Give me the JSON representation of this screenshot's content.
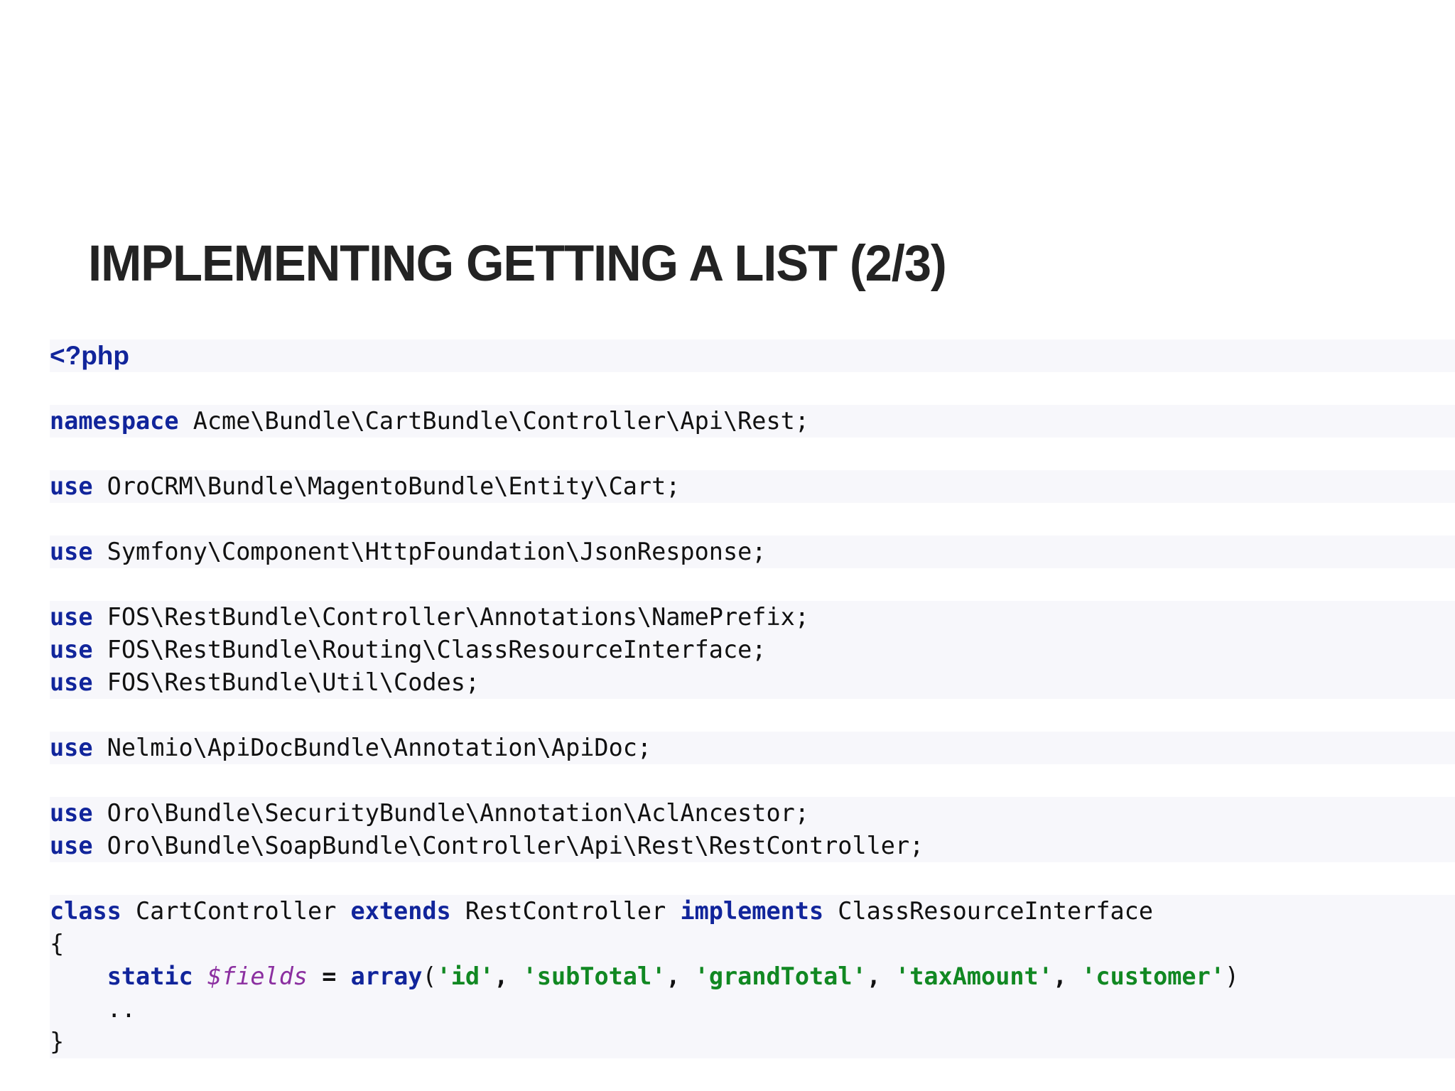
{
  "slide": {
    "title": "Implementing getting a list (2/3)",
    "background_color": "#ffffff",
    "title_color": "#232323"
  },
  "code": {
    "language": "php",
    "block_background": "#f7f7fb",
    "colors": {
      "keyword": "#11259b",
      "variable": "#8b2fa0",
      "string": "#118822",
      "plain": "#111111"
    },
    "lines": [
      {
        "id": "php-open",
        "tokens": [
          {
            "t": "<?php",
            "c": "kw-php"
          }
        ]
      },
      {
        "id": "blank-1",
        "tokens": []
      },
      {
        "id": "namespace",
        "tokens": [
          {
            "t": "namespace",
            "c": "kw"
          },
          {
            "t": " Acme\\Bundle\\CartBundle\\Controller\\Api\\Rest;",
            "c": "plain"
          }
        ]
      },
      {
        "id": "blank-2",
        "tokens": []
      },
      {
        "id": "use-cart",
        "tokens": [
          {
            "t": "use",
            "c": "kw"
          },
          {
            "t": " OroCRM\\Bundle\\MagentoBundle\\Entity\\Cart;",
            "c": "plain"
          }
        ]
      },
      {
        "id": "blank-3",
        "tokens": []
      },
      {
        "id": "use-jsonresponse",
        "tokens": [
          {
            "t": "use",
            "c": "kw"
          },
          {
            "t": " Symfony\\Component\\HttpFoundation\\JsonResponse;",
            "c": "plain"
          }
        ]
      },
      {
        "id": "blank-4",
        "tokens": []
      },
      {
        "id": "use-nameprefix",
        "tokens": [
          {
            "t": "use",
            "c": "kw"
          },
          {
            "t": " FOS\\RestBundle\\Controller\\Annotations\\NamePrefix;",
            "c": "plain"
          }
        ]
      },
      {
        "id": "use-classresourceinterface",
        "tokens": [
          {
            "t": "use",
            "c": "kw"
          },
          {
            "t": " FOS\\RestBundle\\Routing\\ClassResourceInterface;",
            "c": "plain"
          }
        ]
      },
      {
        "id": "use-codes",
        "tokens": [
          {
            "t": "use",
            "c": "kw"
          },
          {
            "t": " FOS\\RestBundle\\Util\\Codes;",
            "c": "plain"
          }
        ]
      },
      {
        "id": "blank-5",
        "tokens": []
      },
      {
        "id": "use-apidoc",
        "tokens": [
          {
            "t": "use",
            "c": "kw"
          },
          {
            "t": " Nelmio\\ApiDocBundle\\Annotation\\ApiDoc;",
            "c": "plain"
          }
        ]
      },
      {
        "id": "blank-6",
        "tokens": []
      },
      {
        "id": "use-aclancestor",
        "tokens": [
          {
            "t": "use",
            "c": "kw"
          },
          {
            "t": " Oro\\Bundle\\SecurityBundle\\Annotation\\AclAncestor;",
            "c": "plain"
          }
        ]
      },
      {
        "id": "use-restcontroller",
        "tokens": [
          {
            "t": "use",
            "c": "kw"
          },
          {
            "t": " Oro\\Bundle\\SoapBundle\\Controller\\Api\\Rest\\RestController;",
            "c": "plain"
          }
        ]
      },
      {
        "id": "blank-7",
        "tokens": []
      },
      {
        "id": "class-decl",
        "tokens": [
          {
            "t": "class",
            "c": "kw"
          },
          {
            "t": " CartController ",
            "c": "plain"
          },
          {
            "t": "extends",
            "c": "kw"
          },
          {
            "t": " RestController ",
            "c": "plain"
          },
          {
            "t": "implements",
            "c": "kw"
          },
          {
            "t": " ClassResourceInterface",
            "c": "plain"
          }
        ]
      },
      {
        "id": "brace-open",
        "tokens": [
          {
            "t": "{",
            "c": "plain"
          }
        ]
      },
      {
        "id": "static-fields",
        "tokens": [
          {
            "t": "    ",
            "c": "plain"
          },
          {
            "t": "static",
            "c": "kw"
          },
          {
            "t": " ",
            "c": "plain"
          },
          {
            "t": "$fields",
            "c": "var"
          },
          {
            "t": " ",
            "c": "plain"
          },
          {
            "t": "=",
            "c": "op"
          },
          {
            "t": " ",
            "c": "plain"
          },
          {
            "t": "array",
            "c": "kw"
          },
          {
            "t": "(",
            "c": "punct"
          },
          {
            "t": "'id'",
            "c": "str"
          },
          {
            "t": ", ",
            "c": "op"
          },
          {
            "t": "'subTotal'",
            "c": "str"
          },
          {
            "t": ", ",
            "c": "op"
          },
          {
            "t": "'grandTotal'",
            "c": "str"
          },
          {
            "t": ", ",
            "c": "op"
          },
          {
            "t": "'taxAmount'",
            "c": "str"
          },
          {
            "t": ", ",
            "c": "op"
          },
          {
            "t": "'customer'",
            "c": "str"
          },
          {
            "t": ")",
            "c": "punct"
          }
        ]
      },
      {
        "id": "ellipsis",
        "tokens": [
          {
            "t": "    ..",
            "c": "plain"
          }
        ]
      },
      {
        "id": "brace-close",
        "tokens": [
          {
            "t": "}",
            "c": "plain"
          }
        ]
      }
    ]
  }
}
